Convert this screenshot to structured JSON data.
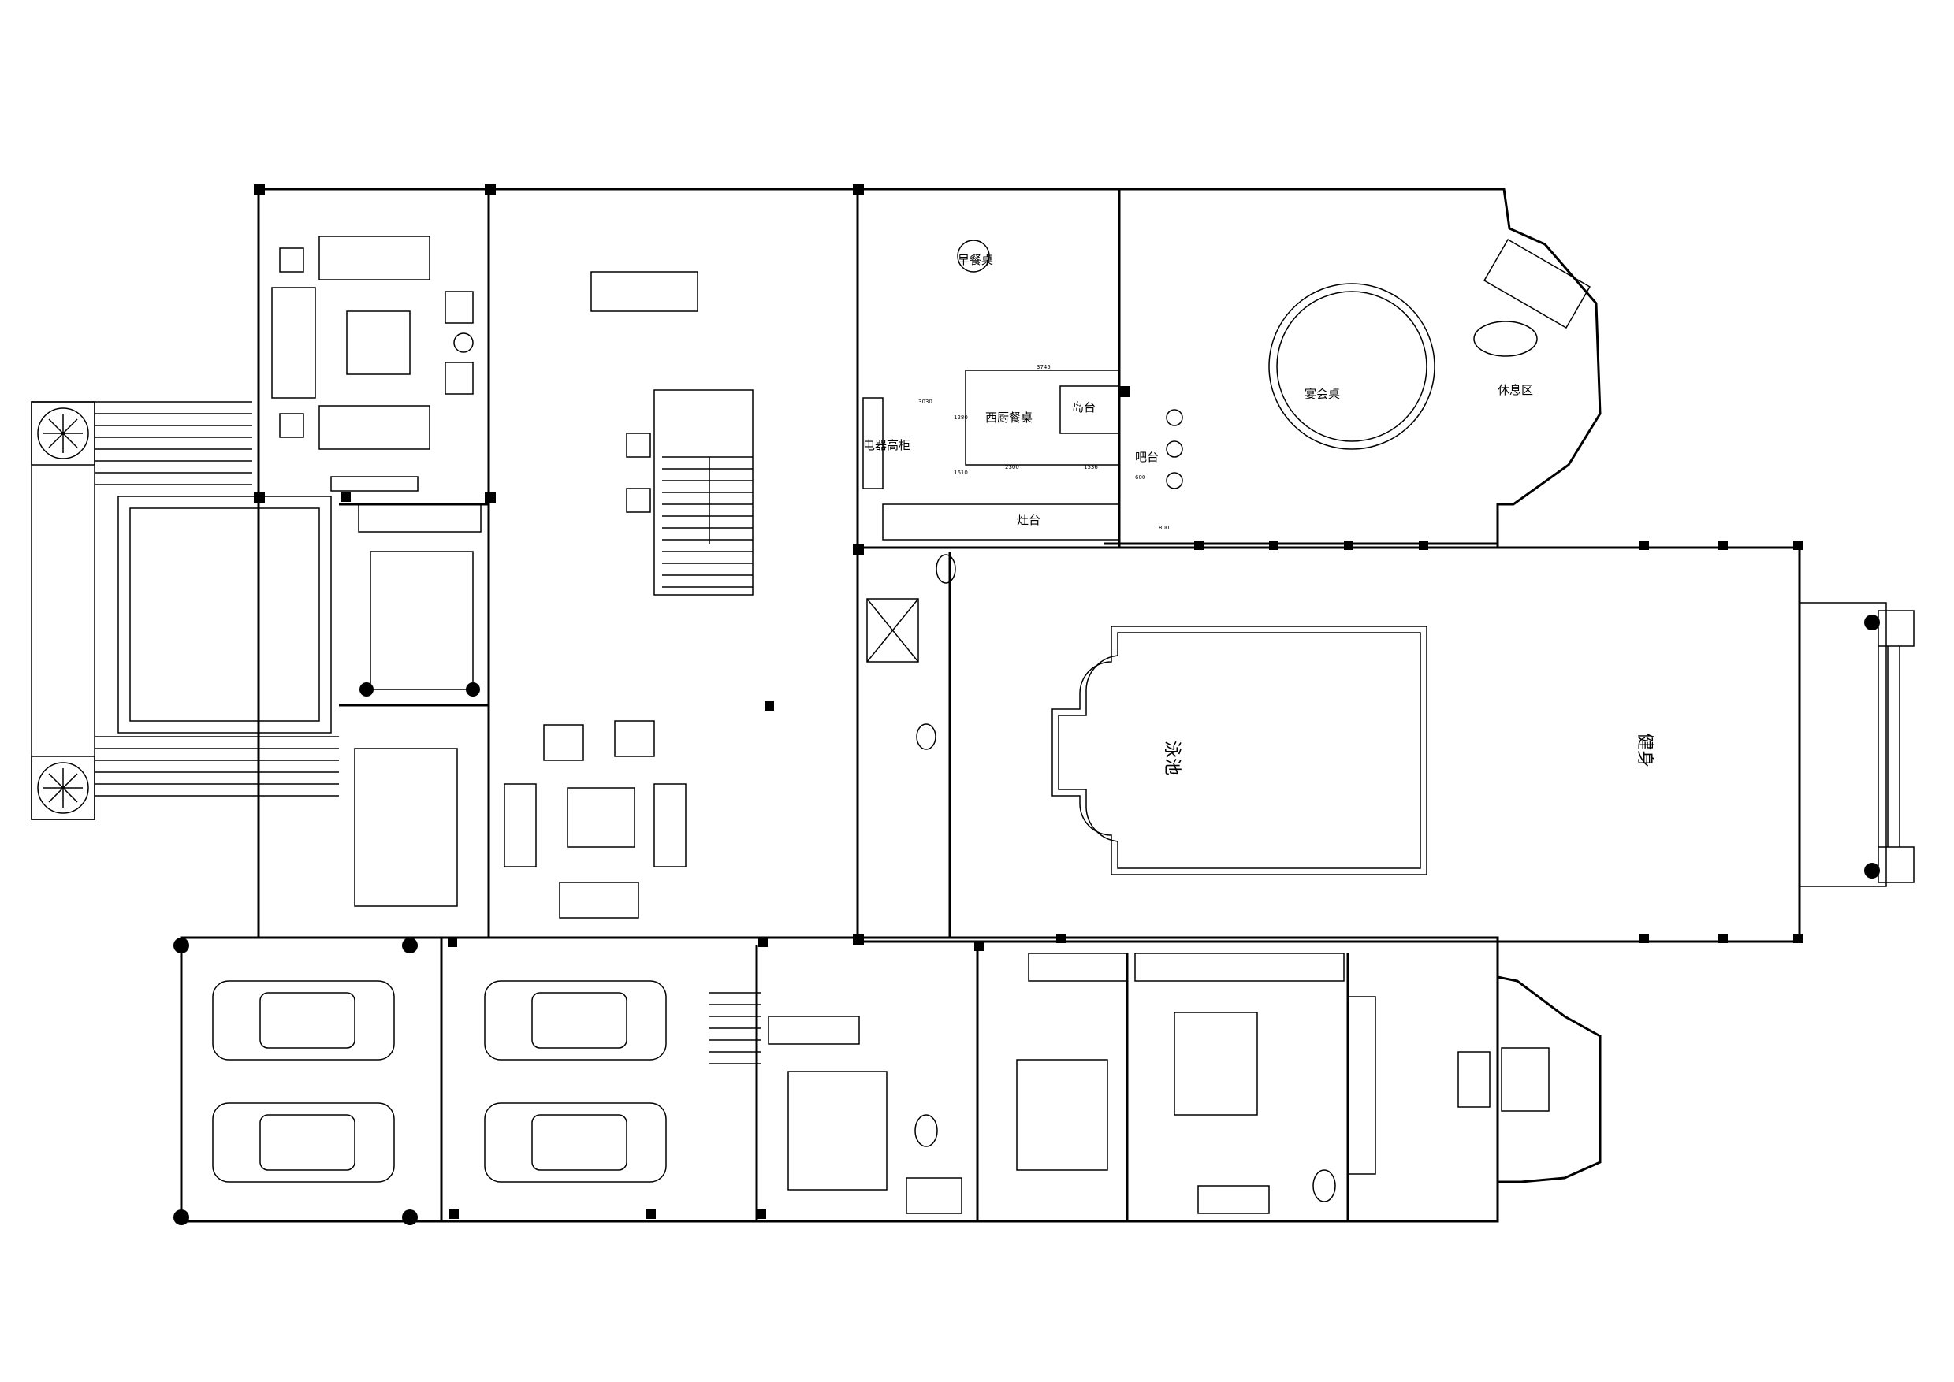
{
  "room_labels": {
    "breakfast_table": "早餐桌",
    "western_kitchen_dining": "西厨餐桌",
    "island": "岛台",
    "bar": "吧台",
    "appliance_cabinet": "电器高柜",
    "stove": "灶台",
    "banquet_table": "宴会桌",
    "lounge": "休息区",
    "pool": "泳池",
    "gym": "健身"
  },
  "dimensions": {
    "d1": "3745",
    "d2": "3030",
    "d3": "2300",
    "d4": "1536",
    "d5": "1280",
    "d6": "1610",
    "d7": "600",
    "d8": "800"
  },
  "colors": {
    "line": "#000000",
    "background": "#ffffff"
  }
}
